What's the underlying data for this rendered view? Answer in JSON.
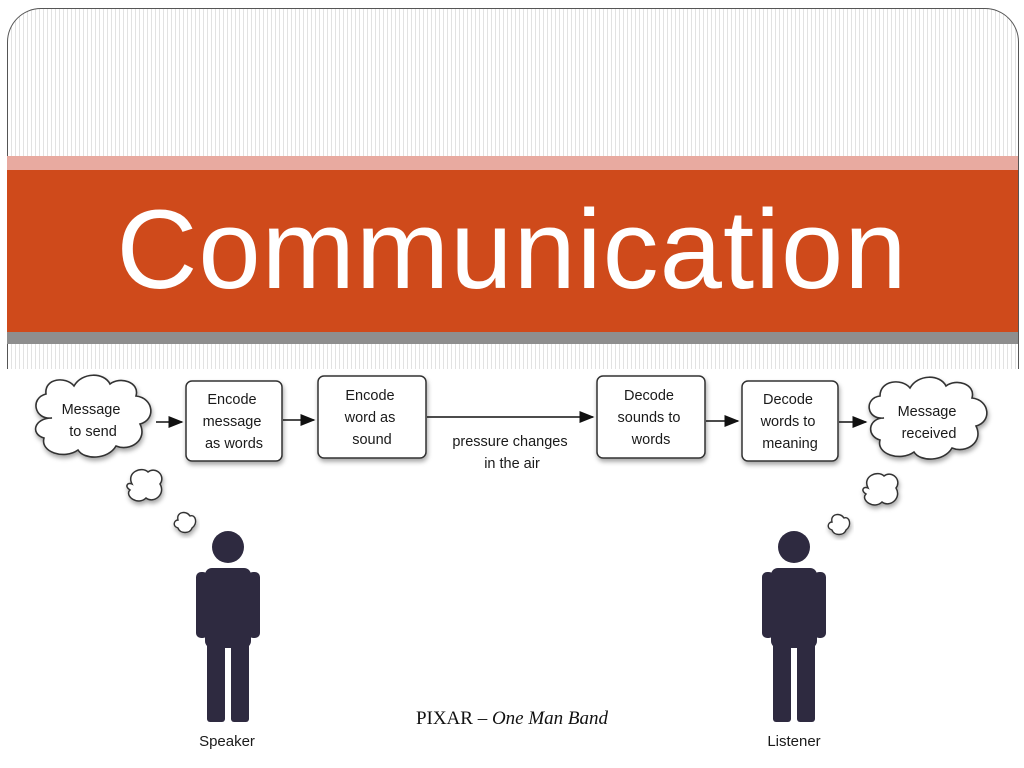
{
  "title": "Communication",
  "diagram": {
    "start_cloud": [
      "Message",
      "to send"
    ],
    "end_cloud": [
      "Message",
      "received"
    ],
    "steps": {
      "encode_words": [
        "Encode",
        "message",
        "as words"
      ],
      "encode_sound": [
        "Encode",
        "word as",
        "sound"
      ],
      "decode_sounds": [
        "Decode",
        "sounds to",
        "words"
      ],
      "decode_words": [
        "Decode",
        "words to",
        "meaning"
      ]
    },
    "channel_label": [
      "pressure changes",
      "in the air"
    ],
    "speaker_label": "Speaker",
    "listener_label": "Listener"
  },
  "caption": {
    "brand": "PIXAR",
    "dash": "–",
    "film": "One Man Band"
  },
  "colors": {
    "title_band": "#cf4a1b",
    "figure": "#2e2a40"
  }
}
